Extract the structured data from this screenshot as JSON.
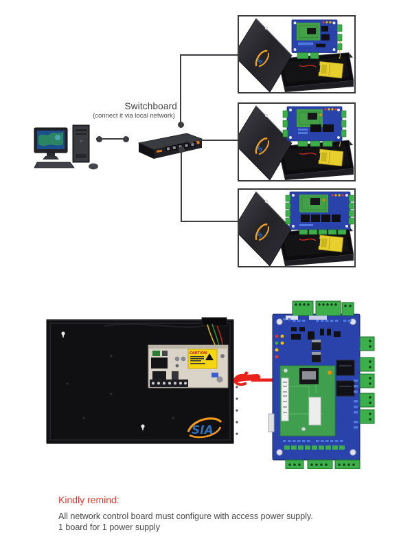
{
  "colors": {
    "line": "#3c3c40",
    "box_border": "#3a3a3a",
    "accent_red": "#e8352c",
    "pcb_blue": "#2a43ab",
    "pcb_green": "#3f9f4e",
    "terminal_green": "#3cae4a",
    "psu_yellow": "#f6d513",
    "case_black": "#101013"
  },
  "topology": {
    "switchboard_title": "Switchboard",
    "switchboard_subtitle": "(connect it via local network)",
    "computer_icon": "desktop-computer",
    "switch_icon": "network-switch",
    "kits": [
      {
        "icon": "control-board-metal-case-kit"
      },
      {
        "icon": "control-board-metal-case-kit"
      },
      {
        "icon": "control-board-metal-case-kit"
      }
    ]
  },
  "bottom": {
    "power_box_icon": "access-power-supply-box",
    "control_board_icon": "network-control-board",
    "pointer_icon": "red-hand-pointer",
    "logo_text": "SIA",
    "caution_label": "CAUTION"
  },
  "note": {
    "title": "Kindly remind:",
    "line1": "All network control board must configure with access power supply.",
    "line2": "1 board for 1 power supply"
  }
}
